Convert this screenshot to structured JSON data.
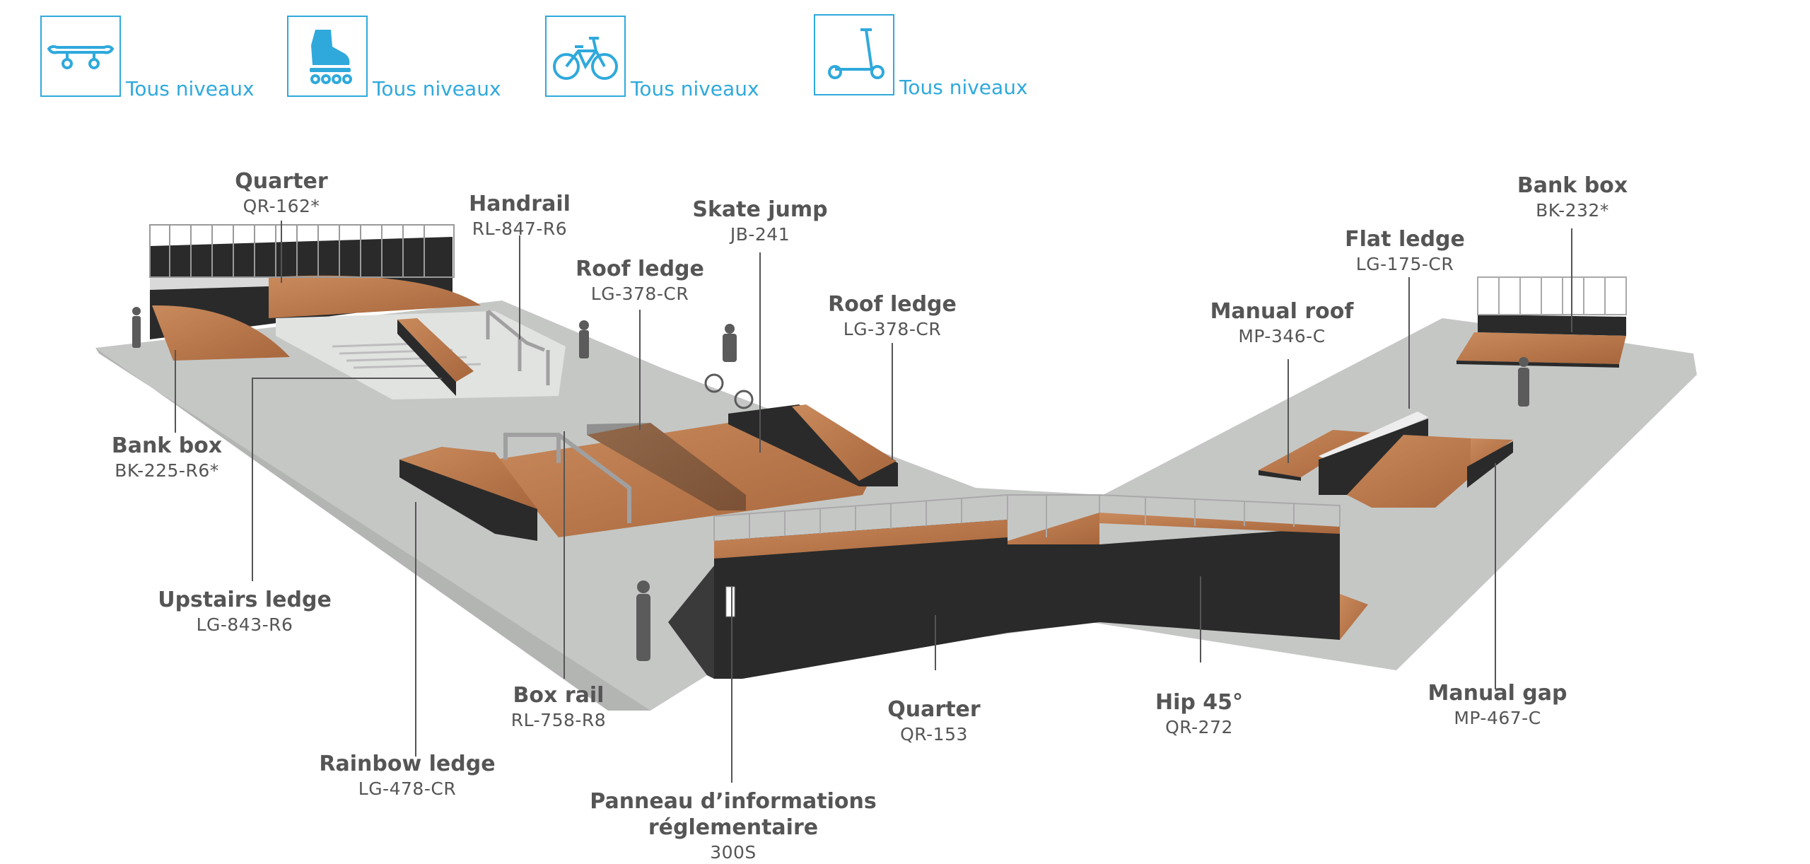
{
  "levels": [
    {
      "icon": "skateboard-icon",
      "label": "Tous niveaux"
    },
    {
      "icon": "roller-skate-icon",
      "label": "Tous niveaux"
    },
    {
      "icon": "bmx-bike-icon",
      "label": "Tous niveaux"
    },
    {
      "icon": "scooter-icon",
      "label": "Tous niveaux"
    }
  ],
  "modules": [
    {
      "name": "Quarter",
      "code": "QR-162*"
    },
    {
      "name": "Handrail",
      "code": "RL-847-R6"
    },
    {
      "name": "Skate jump",
      "code": "JB-241"
    },
    {
      "name": "Roof ledge",
      "code": "LG-378-CR"
    },
    {
      "name": "Roof ledge",
      "code": "LG-378-CR"
    },
    {
      "name": "Bank box",
      "code": "BK-225-R6*"
    },
    {
      "name": "Upstairs ledge",
      "code": "LG-843-R6"
    },
    {
      "name": "Box rail",
      "code": "RL-758-R8"
    },
    {
      "name": "Rainbow ledge",
      "code": "LG-478-CR"
    },
    {
      "name": "Panneau d’informations réglementaire",
      "code": "300S"
    },
    {
      "name": "Quarter",
      "code": "QR-153"
    },
    {
      "name": "Hip 45°",
      "code": "QR-272"
    },
    {
      "name": "Manual gap",
      "code": "MP-467-C"
    },
    {
      "name": "Manual roof",
      "code": "MP-346-C"
    },
    {
      "name": "Flat ledge",
      "code": "LG-175-CR"
    },
    {
      "name": "Bank box",
      "code": "BK-232*"
    }
  ],
  "colors": {
    "accent": "#2fa9dc",
    "label_text": "#555555",
    "ground": "#c5c7c5",
    "wood": "#b8764a",
    "dark_panel": "#2a2a2a"
  }
}
